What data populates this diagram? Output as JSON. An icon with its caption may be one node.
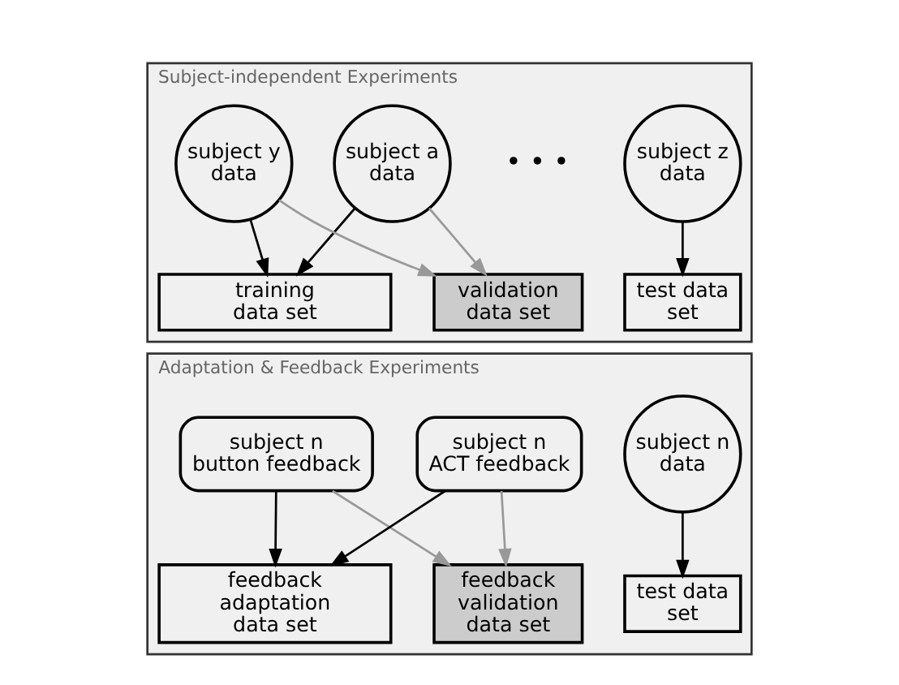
{
  "diagram": {
    "nodes": [
      {
        "text": [
          "Subject-independent Experiments"
        ]
      },
      {
        "text": [
          "subject a data"
        ],
        "in": 0
      },
      {
        "text": [
          "subject y data"
        ],
        "in": 0
      },
      {
        "text": [
          "subject z data"
        ],
        "in": 0
      },
      {
        "text": [
          "training data set"
        ],
        "in": 0
      },
      {
        "text": [
          "validation data set"
        ],
        "in": 0
      },
      {
        "text": [
          "test data set"
        ],
        "in": 0
      },
      {
        "text": [
          "Adaptation & Feedback Experiments"
        ]
      },
      {
        "text": [
          "subject n button feedback"
        ],
        "in": 7
      },
      {
        "text": [
          "subject n ACT feedback"
        ],
        "in": 7
      },
      {
        "text": [
          "subject n data"
        ],
        "in": 7
      },
      {
        "text": [
          "feedback adaptation data set"
        ],
        "in": 7
      },
      {
        "text": [
          "feedback validation data set"
        ],
        "in": 7
      },
      {
        "text": [
          "test data set"
        ],
        "in": 7
      }
    ],
    "edges": [
      {
        "from": 1,
        "to": 4,
        "arrow": "to"
      },
      {
        "from": 1,
        "to": 5,
        "arrow": "to",
        "color": "#999999"
      },
      {
        "from": 2,
        "to": 4,
        "arrow": "to"
      },
      {
        "from": 2,
        "to": 5,
        "arrow": "to",
        "color": "#999999"
      },
      {
        "from": 3,
        "to": 6,
        "arrow": "to"
      },
      {
        "from": 8,
        "to": 11,
        "arrow": "to"
      },
      {
        "from": 8,
        "to": 12,
        "arrow": "to",
        "color": "#999999"
      },
      {
        "from": 9,
        "to": 11,
        "arrow": "to"
      },
      {
        "from": 9,
        "to": 12,
        "arrow": "to",
        "color": "#999999"
      },
      {
        "from": 10,
        "to": 13,
        "arrow": "to"
      }
    ],
    "labels": [
      "• • •"
    ]
  }
}
